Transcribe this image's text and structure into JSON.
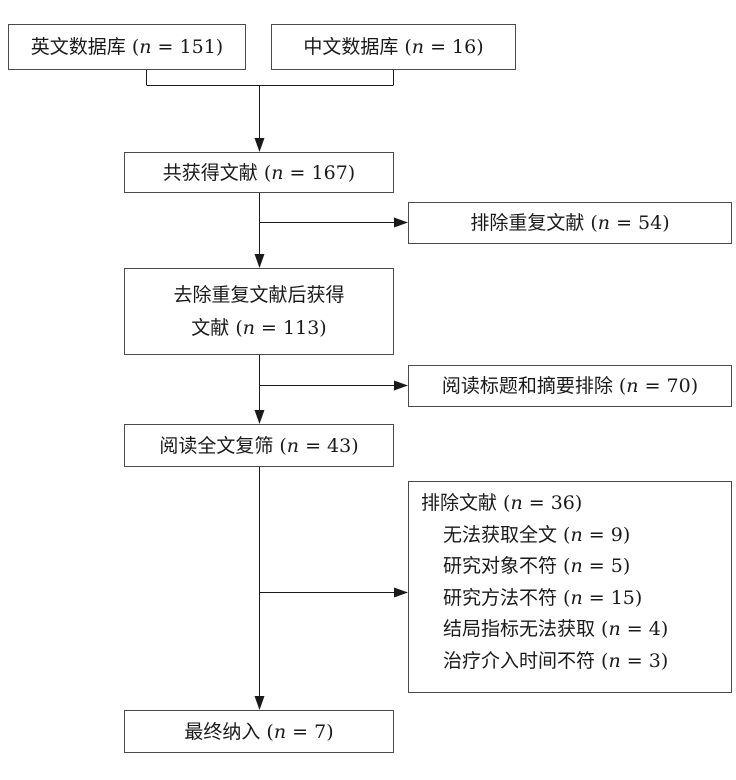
{
  "nodes": {
    "english_db": {
      "label": "英文数据库",
      "count": "151"
    },
    "chinese_db": {
      "label": "中文数据库",
      "count": "16"
    },
    "total": {
      "label": "共获得文献",
      "count": "167"
    },
    "exclude_duplicates": {
      "label": "排除重复文献",
      "count": "54"
    },
    "after_dedup": {
      "line1": "去除重复文献后获得",
      "label": "文献",
      "count": "113"
    },
    "exclude_title_abstract": {
      "label": "阅读标题和摘要排除",
      "count": "70"
    },
    "fulltext_review": {
      "label": "阅读全文复筛",
      "count": "43"
    },
    "exclude_fulltext": {
      "label": "排除文献",
      "count": "36",
      "reasons": [
        {
          "label": "无法获取全文",
          "count": "9"
        },
        {
          "label": "研究对象不符",
          "count": "5"
        },
        {
          "label": "研究方法不符",
          "count": "15"
        },
        {
          "label": "结局指标无法获取",
          "count": "4"
        },
        {
          "label": "治疗介入时间不符",
          "count": "3"
        }
      ]
    },
    "final_included": {
      "label": "最终纳入",
      "count": "7"
    }
  },
  "n_symbol": "n",
  "colors": {
    "line": "#1a1a1a",
    "border": "#4a4a4a",
    "text": "#1a1a1a"
  }
}
